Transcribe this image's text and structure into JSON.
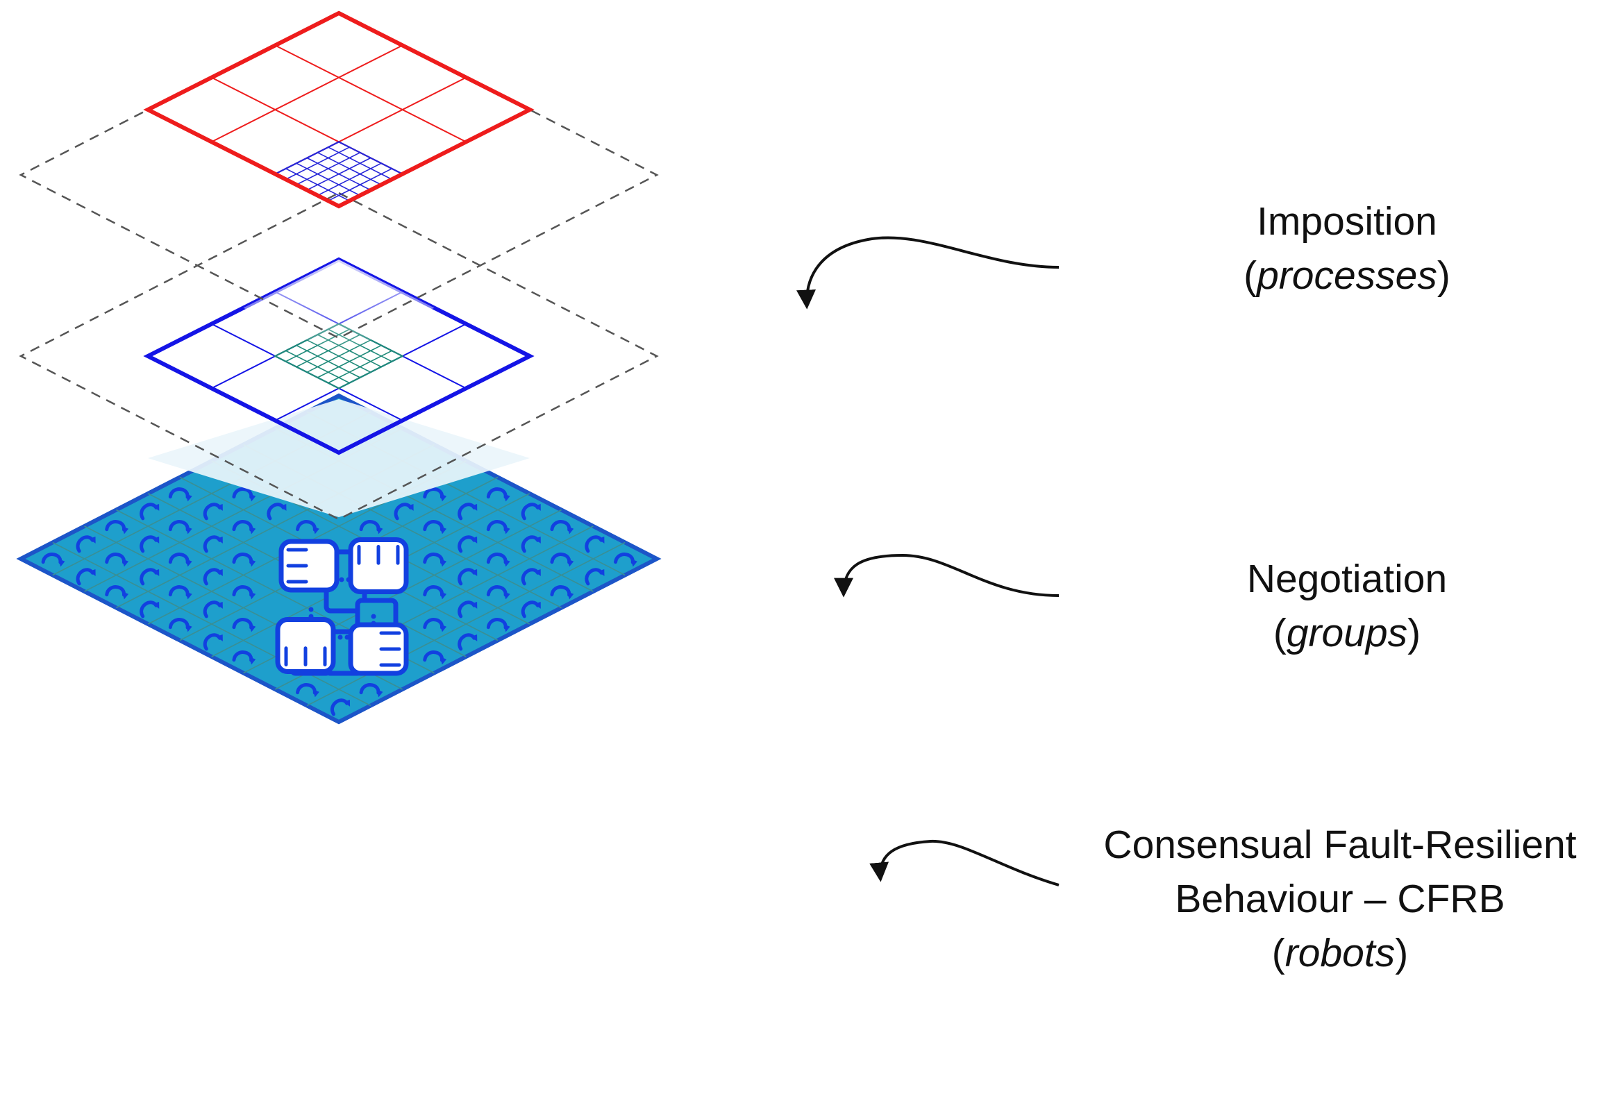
{
  "layers": [
    {
      "id": "imposition",
      "title": "Imposition",
      "subtitle": "processes",
      "color": "#ee1c1c"
    },
    {
      "id": "negotiation",
      "title": "Negotiation",
      "subtitle": "groups",
      "color": "#1414e6"
    },
    {
      "id": "cfrb",
      "title_line1": "Consensual Fault-Resilient",
      "title_line2": "Behaviour – CFRB",
      "subtitle": "robots",
      "color": "#1e9fcc"
    }
  ],
  "colors": {
    "top_grid": "#ee1c1c",
    "fine_grid_top": "#2626d8",
    "middle_grid": "#1414e6",
    "fine_grid_middle": "#1f8a7a",
    "bottom_fill": "#1e9fcc",
    "bottom_border": "#1c55c8",
    "bottom_icons": "#1240e0",
    "dashed": "#555555",
    "arrow": "#111111"
  },
  "icons": [
    "curved-arrow-icon",
    "handshake-icon"
  ]
}
